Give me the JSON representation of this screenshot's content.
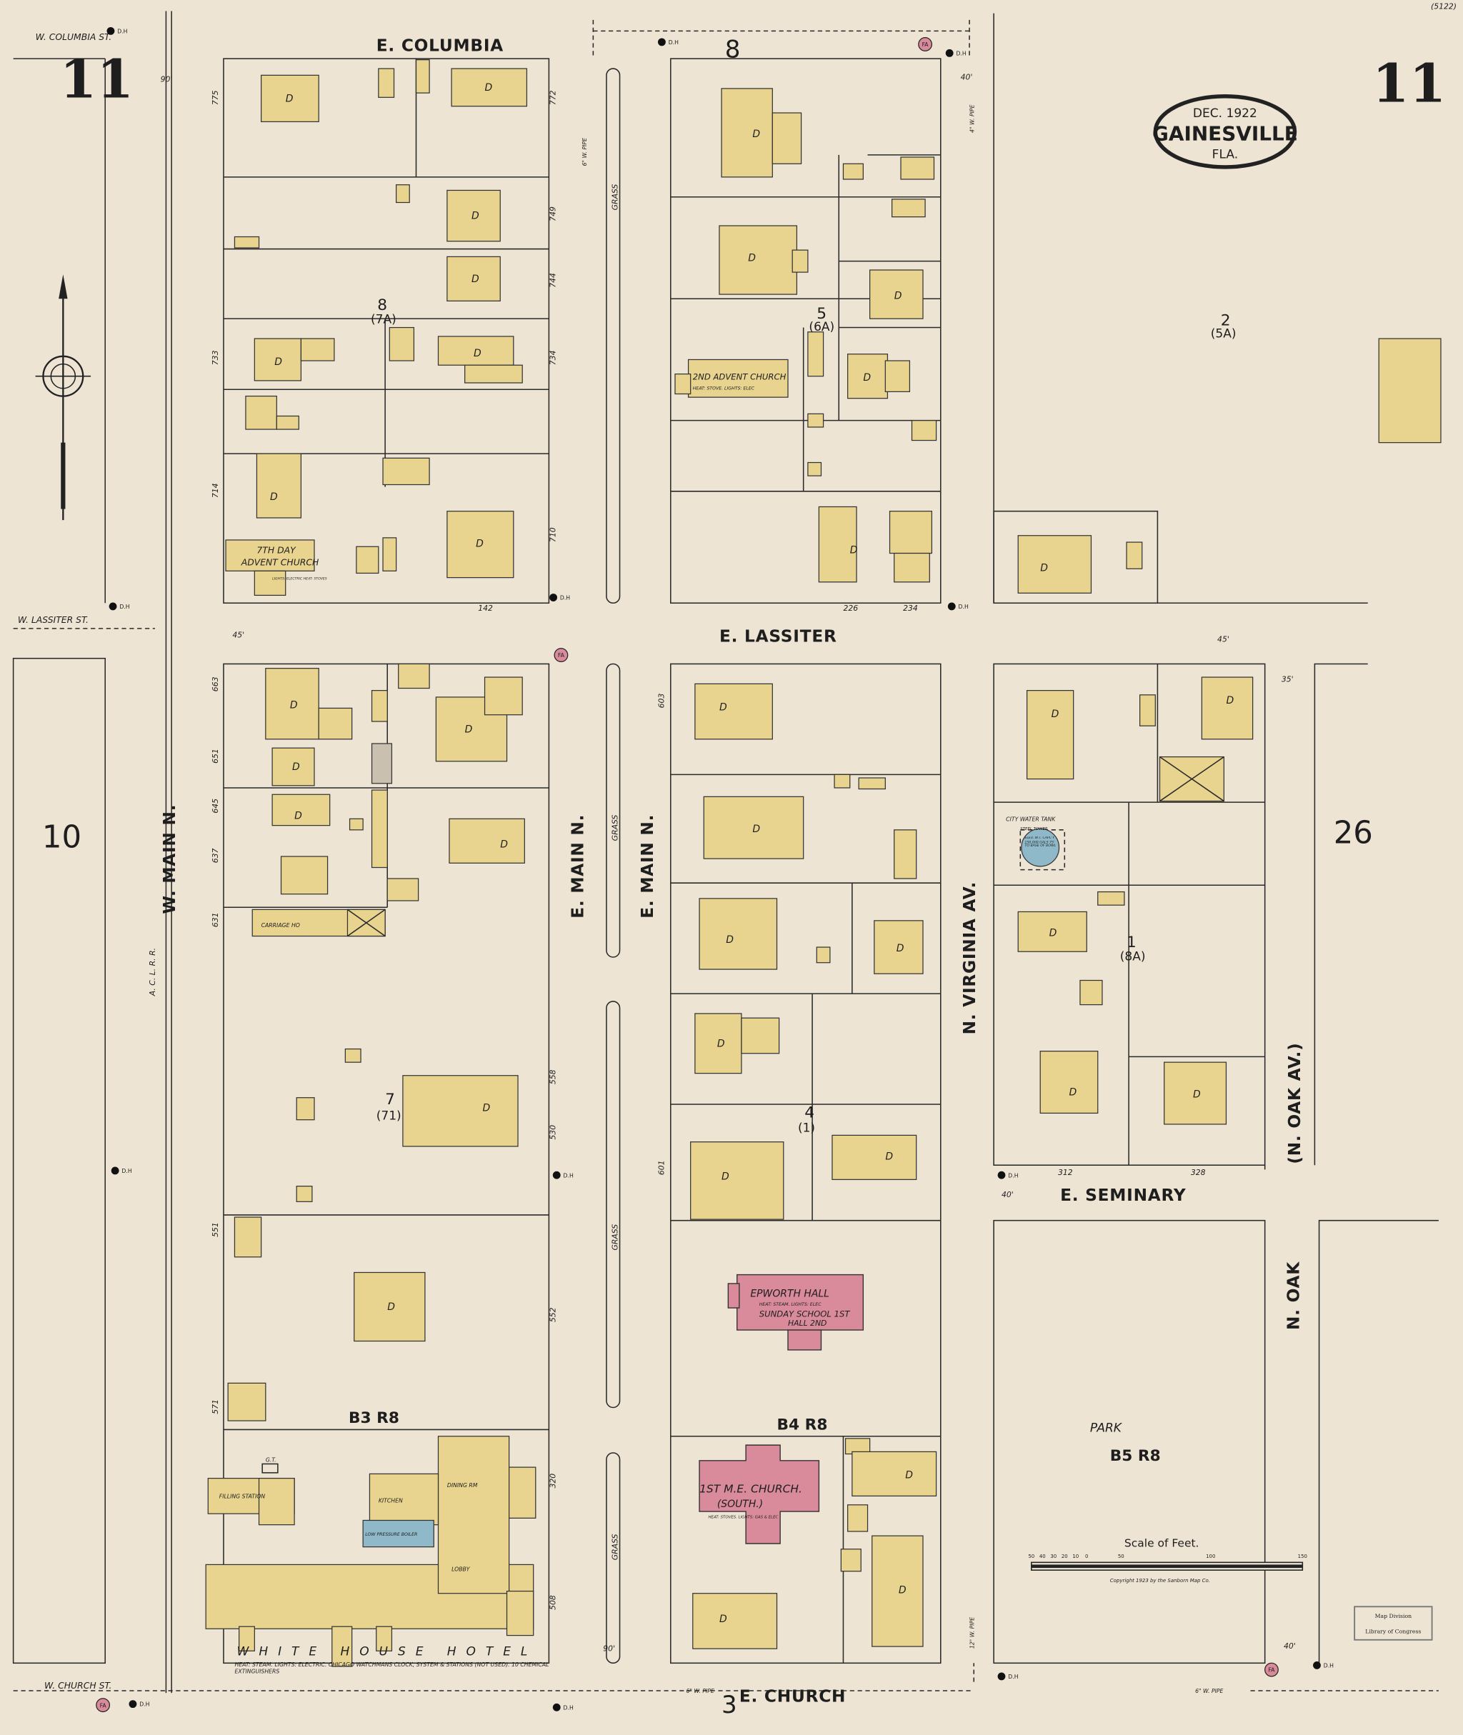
{
  "title": {
    "date": "DEC. 1922",
    "city": "GAINESVILLE",
    "state": "FLA."
  },
  "sheet_number": "11",
  "adjacent_sheets": {
    "left": "10",
    "right": "26",
    "top": "8",
    "bottom": "3"
  },
  "streets": {
    "e_columbia": "E. COLUMBIA",
    "w_columbia": "W. COLUMBIA ST.",
    "e_lassiter": "E. LASSITER",
    "w_lassiter": "W. LASSITER ST.",
    "e_seminary": "E. SEMINARY",
    "e_church": "E. CHURCH",
    "w_church": "W. CHURCH ST.",
    "w_main_n": "W. MAIN N.",
    "e_main_n_west": "E. MAIN N.",
    "e_main_n_east": "E. MAIN N.",
    "n_virginia_av": "N. VIRGINIA AV.",
    "n_oak_av": "(N. OAK AV.)",
    "n_oak": "N. OAK",
    "railroad": "A. C. L. R. R.",
    "grass": "GRASS"
  },
  "blocks": {
    "b8": {
      "number": "8",
      "old": "(7A)"
    },
    "b5": {
      "number": "5",
      "old": "(6A)"
    },
    "b2": {
      "number": "2",
      "old": "(5A)"
    },
    "b7": {
      "number": "7",
      "old": "(71)"
    },
    "b4": {
      "number": "4",
      "old": "(1)"
    },
    "b1": {
      "number": "1",
      "old": "(8A)"
    },
    "b3r8": "B3 R8",
    "b4r8": "B4 R8",
    "b5r8": "B5 R8",
    "park": "PARK"
  },
  "buildings": {
    "seventh_day": {
      "name1": "7TH DAY",
      "name2": "ADVENT CHURCH",
      "note": "LIGHTS: ELECTRIC HEAT: STOVES"
    },
    "second_advent": {
      "name": "2ND ADVENT CHURCH",
      "note": "HEAT: STOVE. LIGHTS: ELEC"
    },
    "epworth": {
      "name": "EPWORTH HALL",
      "note": "HEAT: STEAM. LIGHTS: ELEC",
      "line2": "SUNDAY SCHOOL 1ST",
      "line3": "HALL 2ND"
    },
    "me_church": {
      "name": "1ST M.E. CHURCH.",
      "sub": "(SOUTH.)",
      "note": "HEAT: STOVES. LIGHTS: GAS & ELEC"
    },
    "water_tank": {
      "label": "CITY WATER TANK",
      "tower": "STEEL TOWER",
      "detail": "ELEV. W.T. CAPC'Y 150,000 GALS 75' TO BASE OF BOWL"
    },
    "hotel": {
      "name": "WHITE HOUSE HOTEL",
      "note": "HEAT: STEAM. LIGHTS: ELECTRIC. CHICAGO WATCHMANS CLOCK, SYSTEM & STATIONS (NOT USED). 10 CHEMICAL EXTINGUISHERS",
      "filling_station": "FILLING STATION",
      "kitchen": "KITCHEN",
      "dining": "DINING RM",
      "lobby": "LOBBY",
      "boiler": "LOW PRESSURE BOILER",
      "gt": "G.T."
    },
    "carriage": "CARRIAGE HO"
  },
  "pipes": {
    "six_inch": "6\" W. PIPE",
    "four_inch": "4\" W. PIPE",
    "twelve_inch": "12\" W. PIPE"
  },
  "hydrant": {
    "fa": "FA",
    "dh": "D.H"
  },
  "widths": [
    "45'",
    "90'",
    "40'",
    "35'"
  ],
  "addresses": [
    "775",
    "772",
    "749",
    "744",
    "734",
    "733",
    "714",
    "710",
    "663",
    "651",
    "645",
    "637",
    "631",
    "603",
    "601",
    "571",
    "551",
    "558",
    "552",
    "530",
    "508",
    "320",
    "226",
    "234",
    "312",
    "328",
    "142"
  ],
  "scale": {
    "title": "Scale of Feet.",
    "ticks": [
      "50",
      "40",
      "30",
      "20",
      "10",
      "0",
      "50",
      "100",
      "150"
    ]
  },
  "copyright": "Copyright 1923 by the Sanborn Map Co.",
  "stamp": {
    "line1": "Map Division",
    "line2": "Library of Congress"
  },
  "corner_note": "(5122)"
}
